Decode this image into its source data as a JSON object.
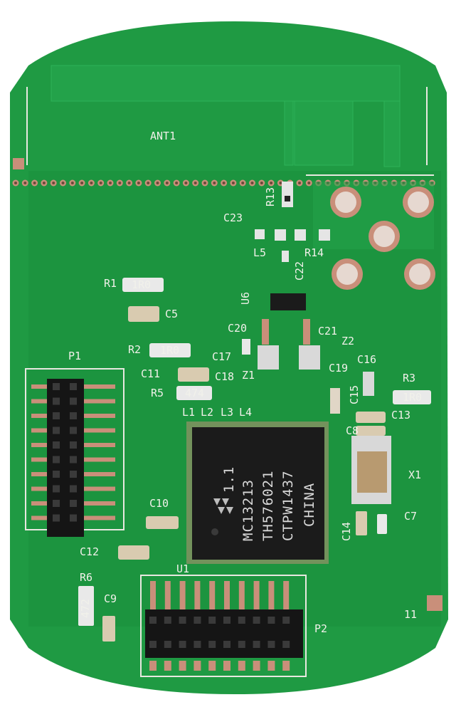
{
  "board": {
    "antenna_label": "ANT1",
    "pad_number": "11",
    "chip": {
      "version": "1.1",
      "part": "MC13213",
      "lot": "TH576021",
      "date_code": "CTPW1437",
      "origin": "CHINA"
    },
    "labels": {
      "r13": "R13",
      "c23": "C23",
      "l5": "L5",
      "c22": "C22",
      "r14": "R14",
      "u6": "U6",
      "c20": "C20",
      "c21": "C21",
      "z2": "Z2",
      "z1": "Z1",
      "c16": "C16",
      "c17": "C17",
      "c19": "C19",
      "c18": "C18",
      "c15": "C15",
      "r1": "R1",
      "c5": "C5",
      "r2": "R2",
      "p1": "P1",
      "c11": "C11",
      "r5": "R5",
      "l1": "L1",
      "l2": "L2",
      "l3": "L3",
      "l4": "L4",
      "r3": "R3",
      "c13": "C13",
      "c8": "C8",
      "x1": "X1",
      "c7": "C7",
      "c14": "C14",
      "c10": "C10",
      "c12": "C12",
      "u1": "U1",
      "r6": "R6",
      "c9": "C9",
      "p2": "P2"
    },
    "resistor_codes": {
      "r1": "1R0",
      "r2": "1R0",
      "r3": "1R0",
      "r5": "474",
      "r6": "472"
    },
    "colors": {
      "background": "#ffffff",
      "pcb_green": "#1f9a43",
      "pcb_dark": "#17853a",
      "silkscreen": "#f1f1ea",
      "copper_pad": "#c98f7a",
      "chip_black": "#1b1b1b",
      "header_black": "#151515"
    }
  }
}
